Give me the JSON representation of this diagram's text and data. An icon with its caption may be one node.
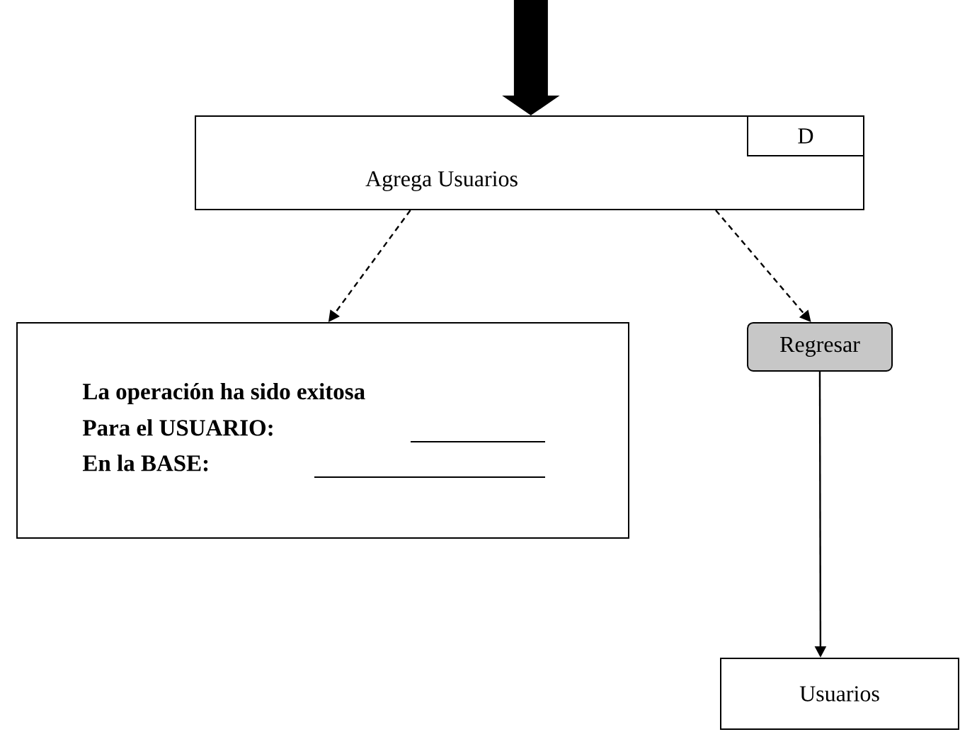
{
  "diagram": {
    "nodes": [
      {
        "text": [
          "Agrega Usuarios"
        ]
      },
      {
        "text": [
          "D"
        ],
        "in": 0
      },
      {
        "text": [
          "La operación ha sido exitosa",
          "Para el USUARIO:",
          "En la BASE:"
        ]
      },
      {
        "text": [
          "Regresar"
        ]
      },
      {
        "text": [
          "Usuarios"
        ]
      }
    ],
    "edges": [
      {
        "from": null,
        "to": 0,
        "arrow": "to",
        "style": "thick"
      },
      {
        "from": 0,
        "to": 2,
        "arrow": "to",
        "style": "dashed"
      },
      {
        "from": 0,
        "to": 3,
        "arrow": "to",
        "style": "dashed"
      },
      {
        "from": 3,
        "to": 4,
        "arrow": "to"
      }
    ]
  }
}
